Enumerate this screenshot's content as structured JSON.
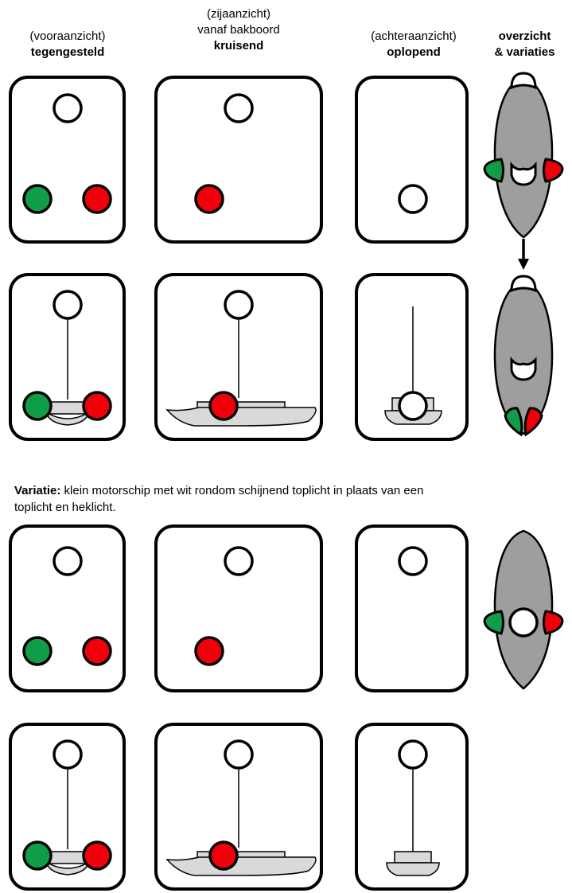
{
  "headers": {
    "col1_line1": "(vooraanzicht)",
    "col1_line2": "tegengesteld",
    "col2_line0": "(zijaanzicht)",
    "col2_line1": "vanaf bakboord",
    "col2_line2": "kruisend",
    "col3_line1": "(achteraanzicht)",
    "col3_line2": "oplopend",
    "col4_line1": "overzicht",
    "col4_line2": "& variaties"
  },
  "variation": {
    "label": "Variatie:",
    "text": " klein motorschip met wit rondom schijnend toplicht in plaats van een toplicht en heklicht."
  },
  "colors": {
    "white_light": "#ffffff",
    "green_light": "#0f9d48",
    "red_light": "#f0000b",
    "hull_gray": "#9e9e9e",
    "boat_side_gray": "#d9d9d9",
    "outline": "#000000"
  }
}
